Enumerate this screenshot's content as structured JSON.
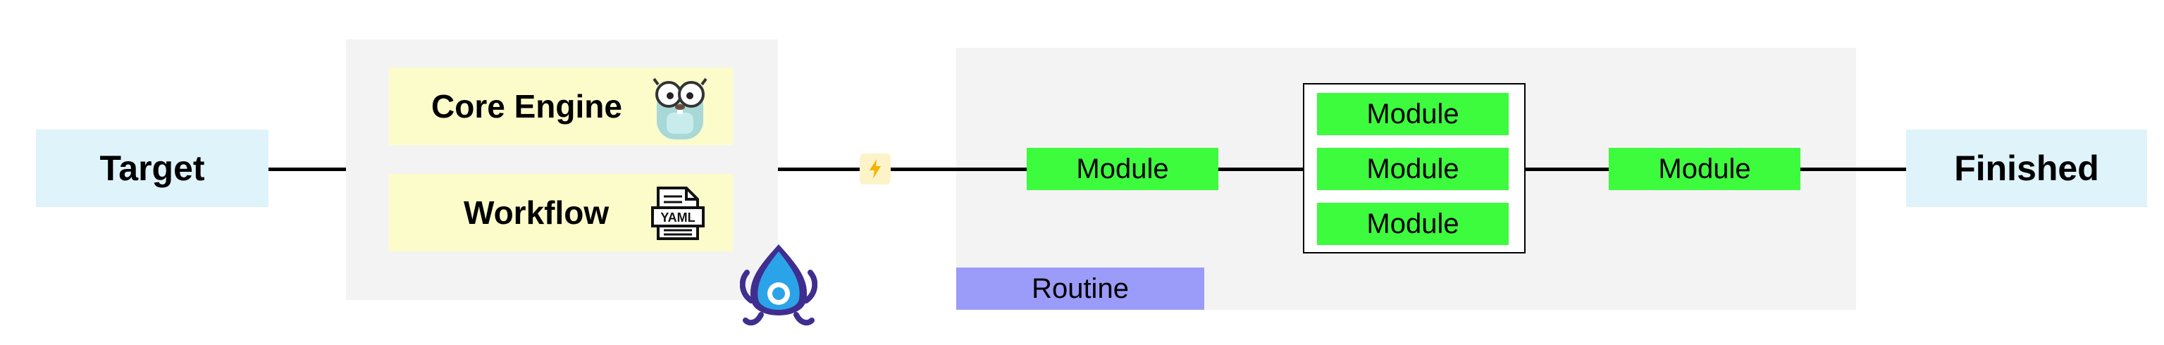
{
  "diagram": {
    "target_label": "Target",
    "finished_label": "Finished",
    "engine": {
      "core_engine_label": "Core Engine",
      "workflow_label": "Workflow",
      "yaml_icon_text": "YAML",
      "gopher_icon": "gopher-mascot-icon",
      "logo_icon": "tentacle-logo-icon"
    },
    "trigger_icon": "lightning-icon",
    "modules": {
      "first": "Module",
      "parallel": [
        "Module",
        "Module",
        "Module"
      ],
      "last": "Module"
    },
    "routine_label": "Routine",
    "colors": {
      "terminal_bg": "#dff3fb",
      "panel_bg": "#f3f3f3",
      "component_bg": "#fcfccb",
      "module_bg": "#3dfb3d",
      "routine_bg": "#9b9bf9",
      "trigger_bg": "#fdf3c9",
      "trigger_bolt": "#f4b400"
    }
  }
}
